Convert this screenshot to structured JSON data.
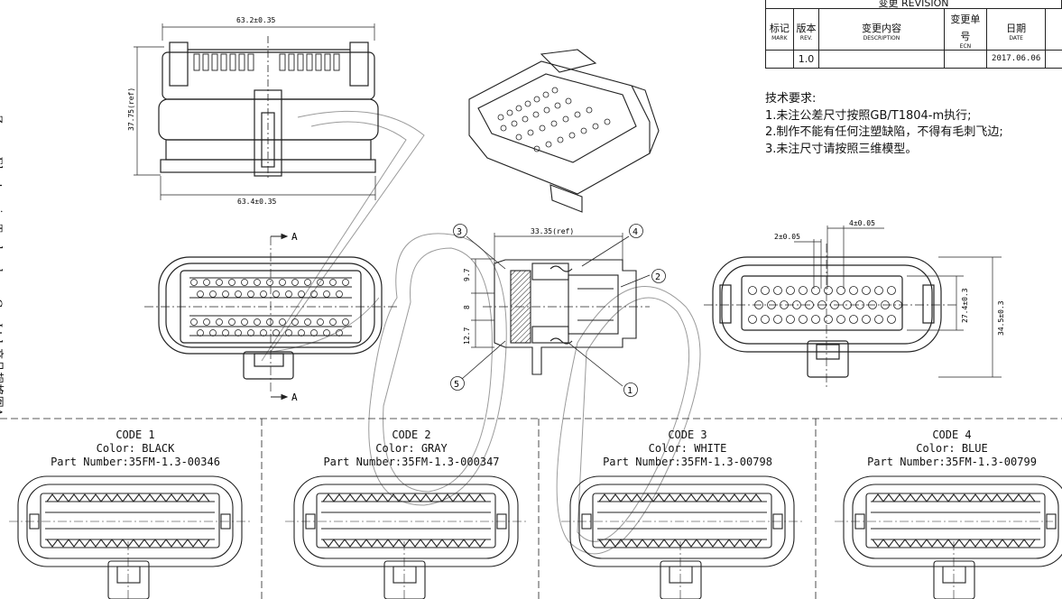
{
  "side_text": "Zonso Electronic Technology Co.,Ltd 产品规格图A",
  "revision_table": {
    "title": "变更 REVISION",
    "headers": [
      {
        "cn": "标记",
        "en": "MARK"
      },
      {
        "cn": "版本",
        "en": "REV."
      },
      {
        "cn": "变更内容",
        "en": "DESCRIPTION"
      },
      {
        "cn": "变更单号",
        "en": "ECN"
      },
      {
        "cn": "日期",
        "en": "DATE"
      }
    ],
    "row": {
      "mark": "",
      "rev": "1.0",
      "description": "",
      "ecn": "",
      "date": "2017.06.06"
    }
  },
  "tech_requirements": {
    "title": "技术要求:",
    "items": [
      "1.未注公差尺寸按照GB/T1804-m执行;",
      "2.制作不能有任何注塑缺陷，不得有毛刺飞边;",
      "3.未注尺寸请按照三维模型。"
    ]
  },
  "dimensions": {
    "top_width": "63.2±0.35",
    "bottom_width": "63.4±0.35",
    "height_ref": "37.75(ref)",
    "section_width": "33.35(ref)",
    "dim_9_7": "9.7",
    "dim_8": "8",
    "dim_12_7": "12.7",
    "pitch_2": "2±0.05",
    "pitch_4": "4±0.05",
    "height_27_4": "27.4±0.3",
    "height_34_5": "34.5±0.3"
  },
  "section_label": "A",
  "callouts": [
    "1",
    "2",
    "3",
    "4",
    "5"
  ],
  "codes": [
    {
      "code": "CODE 1",
      "color": "Color: BLACK",
      "part": "Part Number:35FM-1.3-00346"
    },
    {
      "code": "CODE 2",
      "color": "Color: GRAY",
      "part": "Part Number:35FM-1.3-000347"
    },
    {
      "code": "CODE 3",
      "color": "Color: WHITE",
      "part": "Part Number:35FM-1.3-00798"
    },
    {
      "code": "CODE 4",
      "color": "Color: BLUE",
      "part": "Part Number:35FM-1.3-00799"
    }
  ],
  "colors": {
    "line": "#222222",
    "watermark": "#9a9a9a"
  }
}
